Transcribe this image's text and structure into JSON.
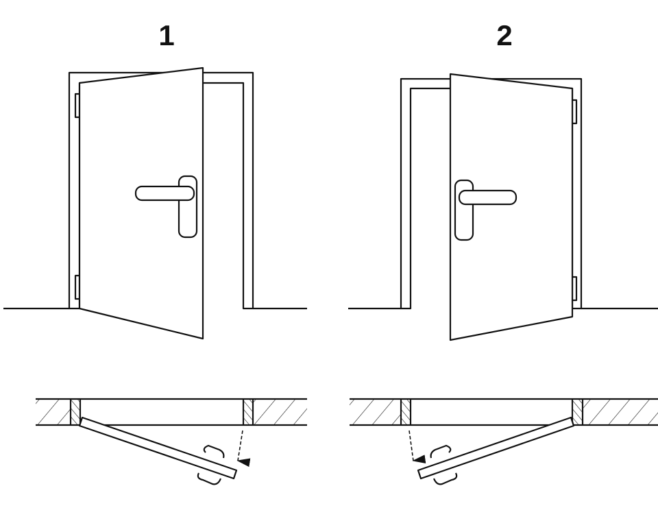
{
  "figures": [
    {
      "label": "1",
      "hinge_side": "left",
      "opening": "outward"
    },
    {
      "label": "2",
      "hinge_side": "right",
      "opening": "outward"
    }
  ],
  "colors": {
    "line": "#111111",
    "background": "#ffffff"
  }
}
